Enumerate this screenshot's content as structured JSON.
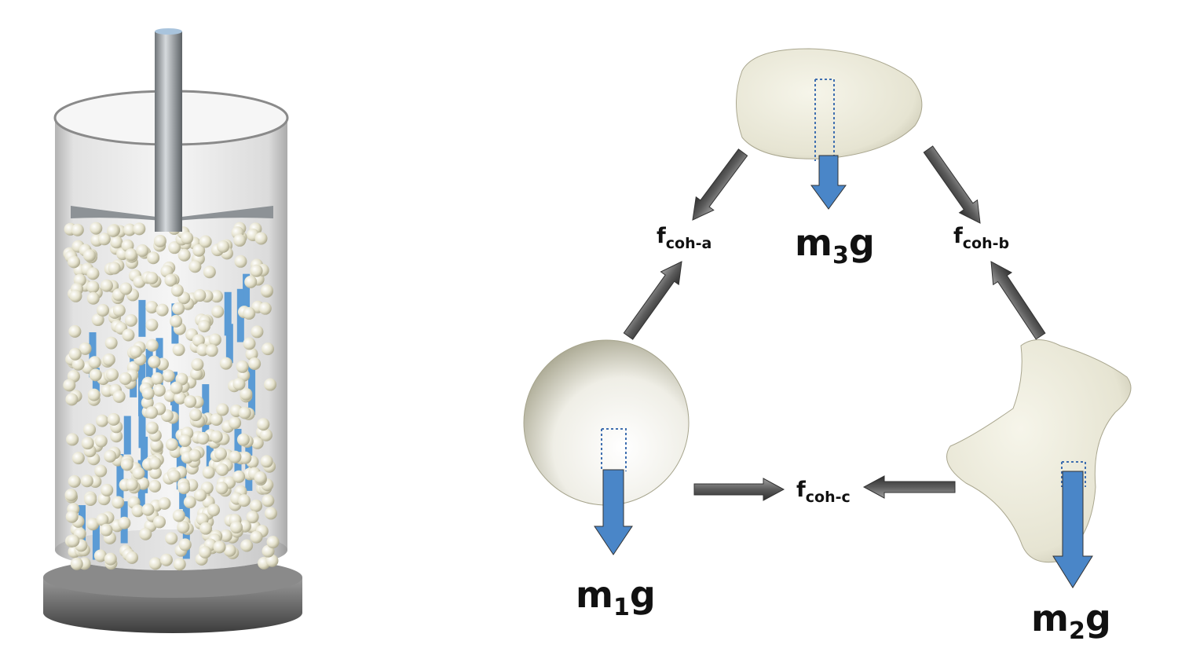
{
  "labels": {
    "m3g": {
      "base": "m",
      "sub": "3",
      "tail": "g"
    },
    "m1g": {
      "base": "m",
      "sub": "1",
      "tail": "g"
    },
    "m2g": {
      "base": "m",
      "sub": "2",
      "tail": "g"
    },
    "fcoh_a": {
      "base": "f",
      "sub": "coh-a"
    },
    "fcoh_b": {
      "base": "f",
      "sub": "coh-b"
    },
    "fcoh_c": {
      "base": "f",
      "sub": "coh-c"
    }
  },
  "colors": {
    "force_arrow": "#4a86c8",
    "cohesion_arrow": "#6e6e6e",
    "particle": "#e8e6d6",
    "rod": "#5b9bd5"
  }
}
